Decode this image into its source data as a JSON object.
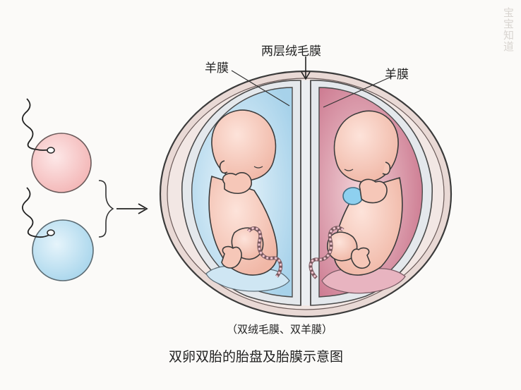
{
  "labels": {
    "chorion_top": "两层绒毛膜",
    "amnion_left": "羊膜",
    "amnion_right": "羊膜",
    "subtitle": "（双绒毛膜、双羊膜）",
    "title": "双卵双胎的胎盘及胎膜示意图",
    "watermark": "宝宝知道"
  },
  "colors": {
    "egg_pink": "#f6c4c4",
    "egg_blue": "#bfe0f0",
    "sac_left": "#c7e3f2",
    "sac_right": "#d78ca0",
    "membrane": "#e3e7ec",
    "skin": "#f8d3c6",
    "outline": "#3b3b3b"
  }
}
